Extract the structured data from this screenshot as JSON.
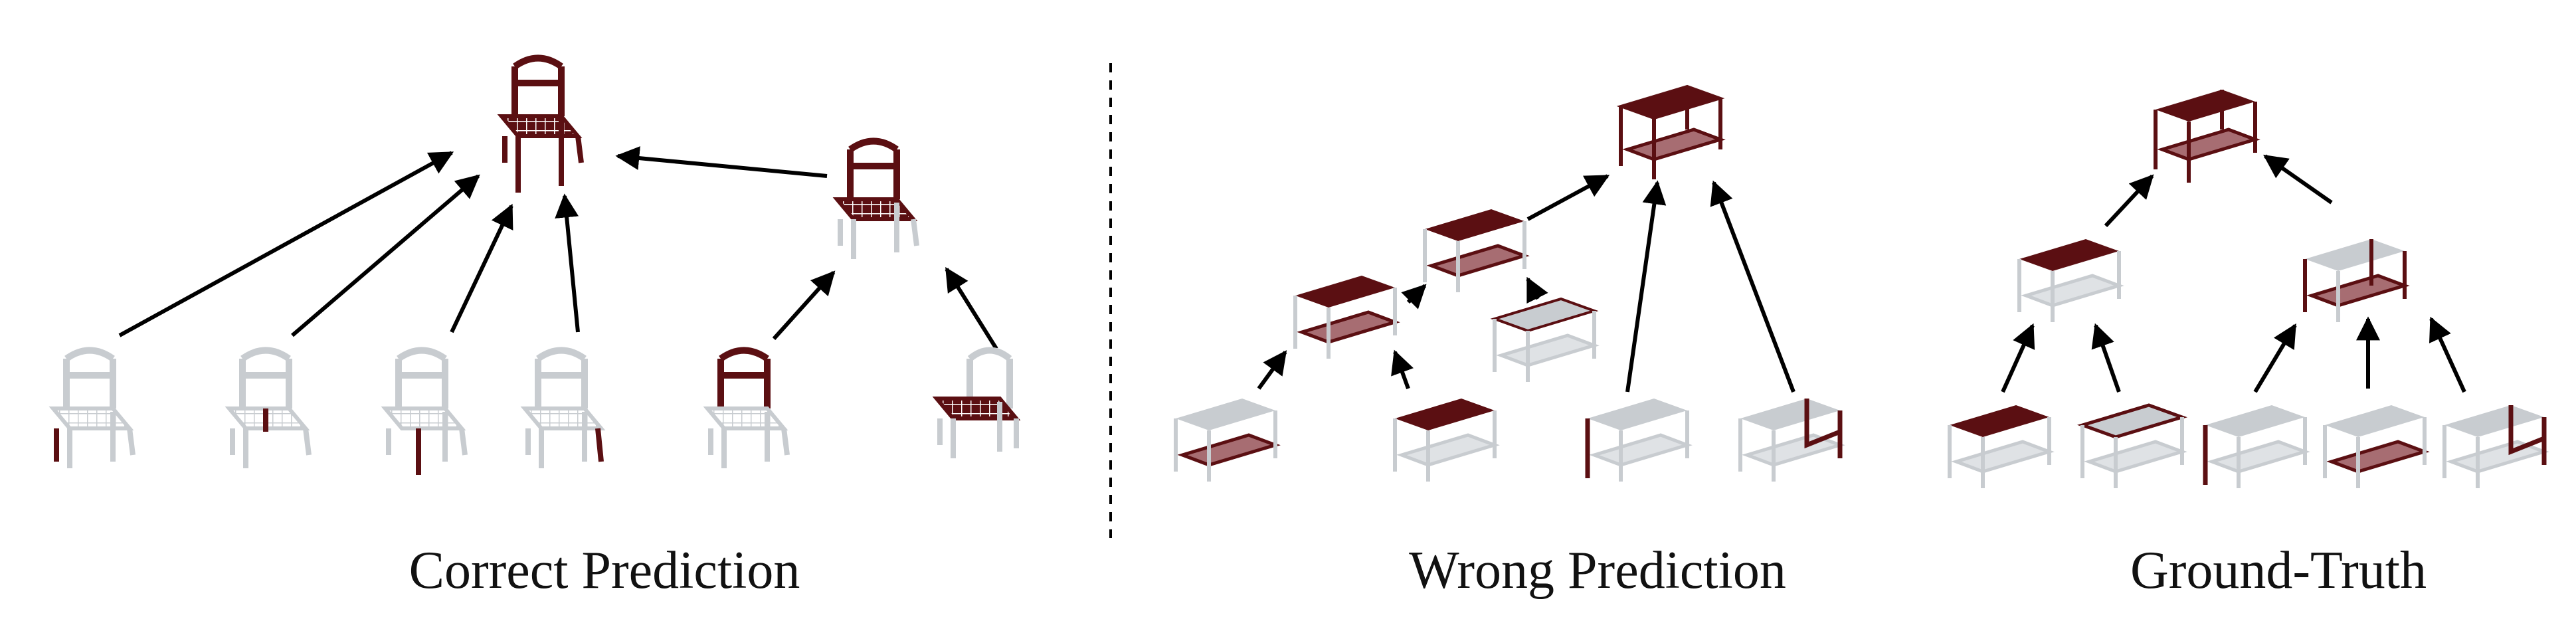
{
  "captions": {
    "left": "Correct Prediction",
    "middle": "Wrong Prediction",
    "right": "Ground-Truth"
  },
  "colors": {
    "highlight": "#5b0f12",
    "highlight_fill": "#a76d72",
    "base": "#c8ccd0",
    "base_fill": "#dfe2e5",
    "arrow": "#000000",
    "divider": "#000000"
  },
  "icons": {
    "chair": "chair-icon",
    "table": "table-icon"
  }
}
